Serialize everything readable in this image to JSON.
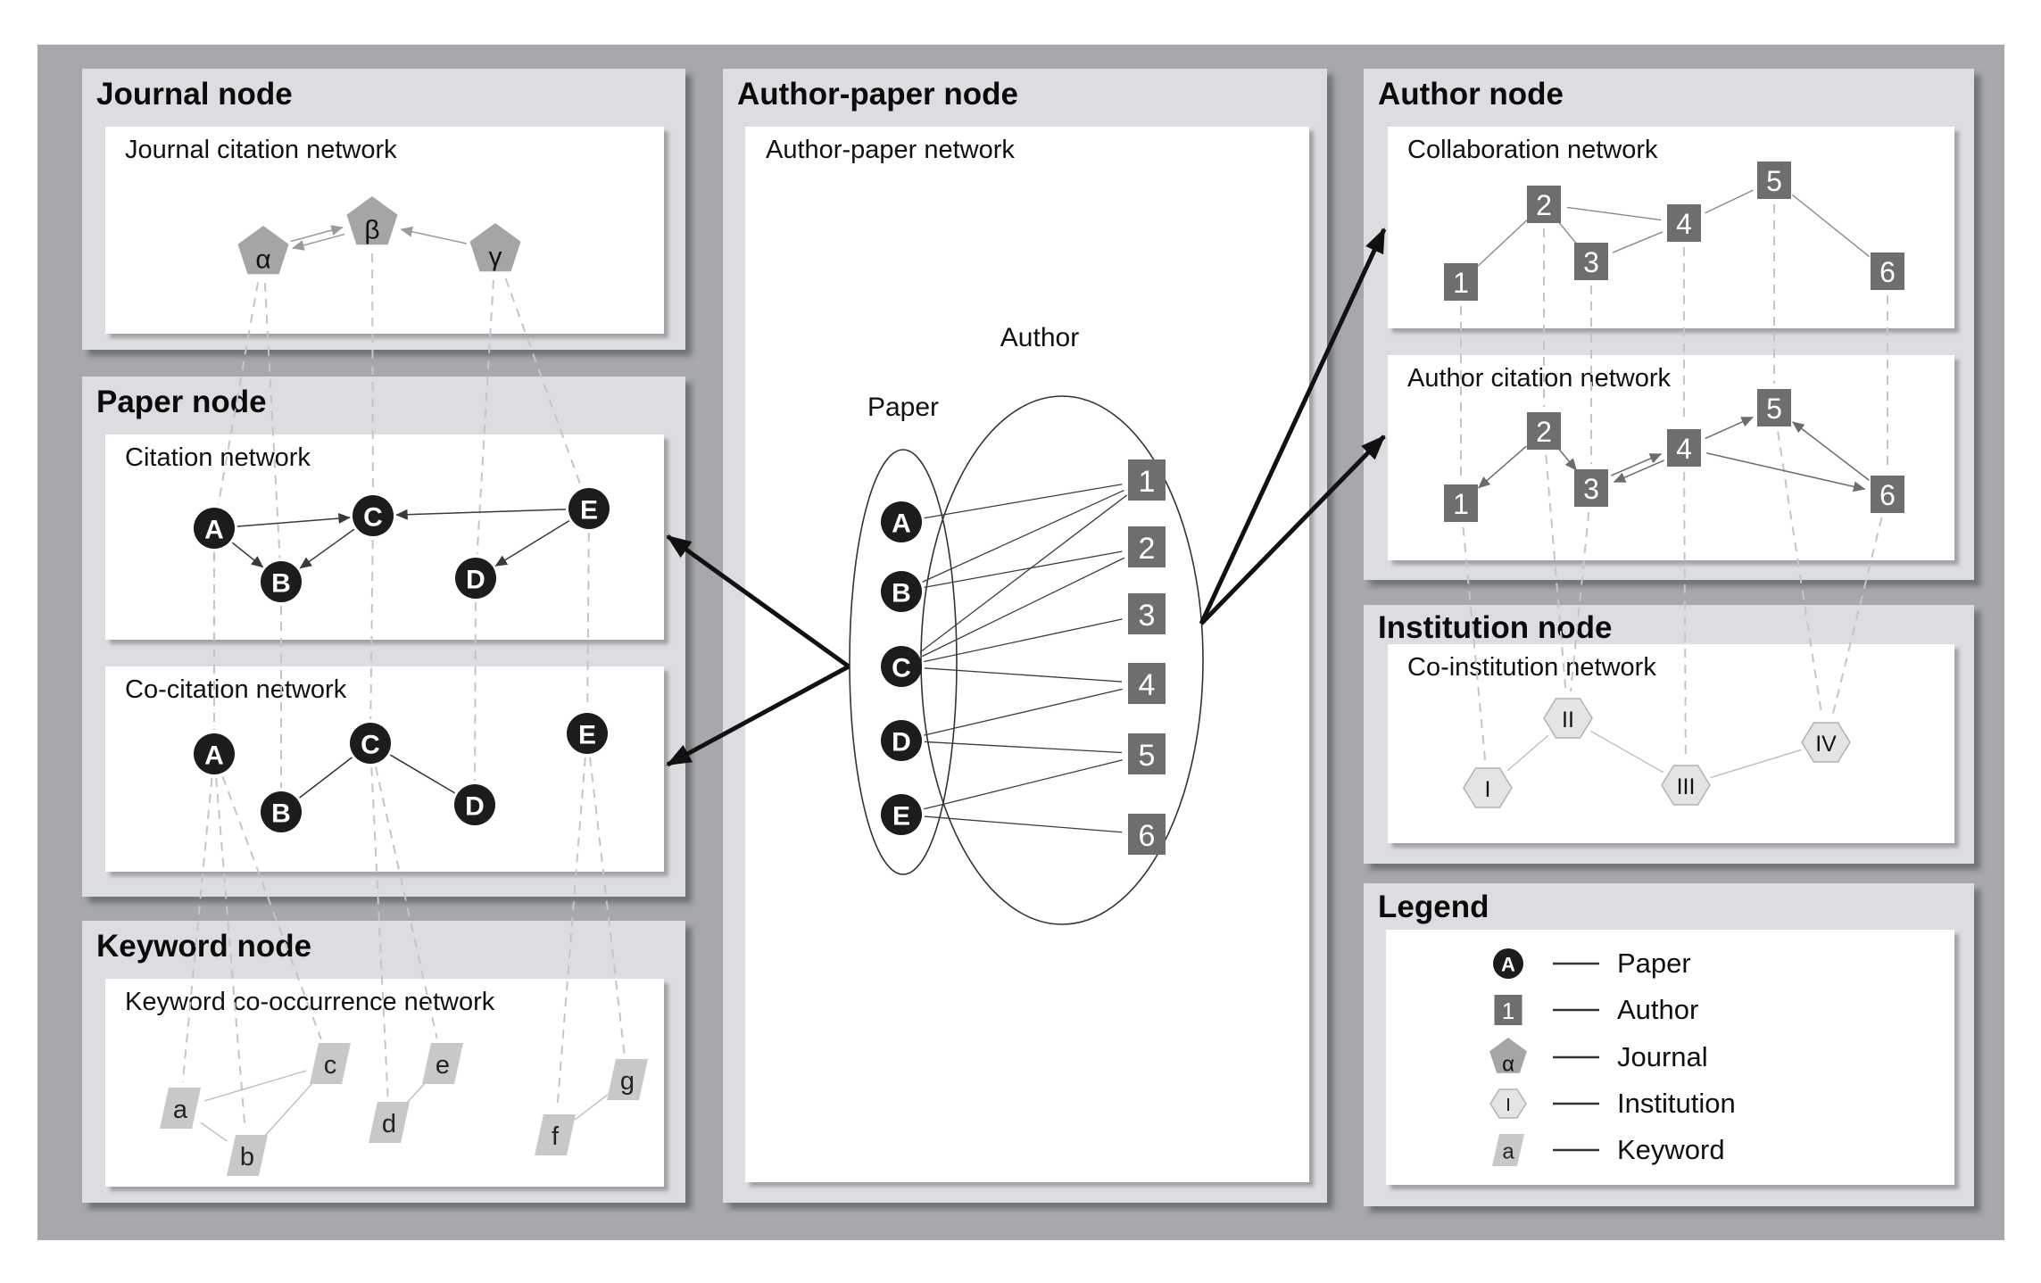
{
  "panels": {
    "journal": {
      "title": "Journal node",
      "network_title": "Journal citation network"
    },
    "paper": {
      "title": "Paper node",
      "citation_title": "Citation network",
      "cocitation_title": "Co-citation network"
    },
    "keyword": {
      "title": "Keyword node",
      "network_title": "Keyword co-occurrence network"
    },
    "author_paper": {
      "title": "Author-paper node",
      "network_title": "Author-paper network",
      "paper_set_label": "Paper",
      "author_set_label": "Author"
    },
    "author": {
      "title": "Author node",
      "collaboration_title": "Collaboration network",
      "citation_title": "Author citation network"
    },
    "institution": {
      "title": "Institution node",
      "network_title": "Co-institution network"
    },
    "legend": {
      "title": "Legend",
      "items": [
        {
          "symbol": "paper-circle",
          "symbol_label": "A",
          "label": "Paper"
        },
        {
          "symbol": "author-square",
          "symbol_label": "1",
          "label": "Author"
        },
        {
          "symbol": "journal-pentagon",
          "symbol_label": "α",
          "label": "Journal"
        },
        {
          "symbol": "institution-hexagon",
          "symbol_label": "I",
          "label": "Institution"
        },
        {
          "symbol": "keyword-parallelogram",
          "symbol_label": "a",
          "label": "Keyword"
        }
      ]
    }
  },
  "networks": {
    "journal_citation": {
      "node_type": "pentagon",
      "nodes": [
        "α",
        "β",
        "γ"
      ],
      "directed_edges": [
        [
          "α",
          "β"
        ],
        [
          "β",
          "α"
        ],
        [
          "γ",
          "β"
        ]
      ]
    },
    "citation": {
      "node_type": "circle",
      "nodes": [
        "A",
        "B",
        "C",
        "D",
        "E"
      ],
      "directed_edges": [
        [
          "A",
          "C"
        ],
        [
          "A",
          "B"
        ],
        [
          "C",
          "B"
        ],
        [
          "E",
          "C"
        ],
        [
          "E",
          "D"
        ]
      ]
    },
    "cocitation": {
      "node_type": "circle",
      "nodes": [
        "A",
        "B",
        "C",
        "D",
        "E"
      ],
      "edges": [
        [
          "B",
          "C"
        ],
        [
          "C",
          "D"
        ]
      ]
    },
    "keyword_cooccurrence": {
      "node_type": "parallelogram",
      "nodes": [
        "a",
        "b",
        "c",
        "d",
        "e",
        "f",
        "g"
      ],
      "edges": [
        [
          "a",
          "b"
        ],
        [
          "a",
          "c"
        ],
        [
          "b",
          "c"
        ],
        [
          "d",
          "e"
        ],
        [
          "f",
          "g"
        ]
      ]
    },
    "author_paper": {
      "paper_node_type": "circle",
      "author_node_type": "square",
      "papers": [
        "A",
        "B",
        "C",
        "D",
        "E"
      ],
      "authors": [
        "1",
        "2",
        "3",
        "4",
        "5",
        "6"
      ],
      "edges": [
        [
          "A",
          "1"
        ],
        [
          "B",
          "1"
        ],
        [
          "B",
          "2"
        ],
        [
          "C",
          "1"
        ],
        [
          "C",
          "2"
        ],
        [
          "C",
          "3"
        ],
        [
          "C",
          "4"
        ],
        [
          "D",
          "4"
        ],
        [
          "D",
          "5"
        ],
        [
          "E",
          "5"
        ],
        [
          "E",
          "6"
        ]
      ]
    },
    "collaboration": {
      "node_type": "square",
      "nodes": [
        "1",
        "2",
        "3",
        "4",
        "5",
        "6"
      ],
      "edges": [
        [
          "1",
          "2"
        ],
        [
          "2",
          "3"
        ],
        [
          "2",
          "4"
        ],
        [
          "3",
          "4"
        ],
        [
          "4",
          "5"
        ],
        [
          "5",
          "6"
        ]
      ]
    },
    "author_citation": {
      "node_type": "square",
      "nodes": [
        "1",
        "2",
        "3",
        "4",
        "5",
        "6"
      ],
      "directed_edges": [
        [
          "2",
          "1"
        ],
        [
          "2",
          "3"
        ],
        [
          "3",
          "4"
        ],
        [
          "4",
          "3"
        ],
        [
          "4",
          "5"
        ],
        [
          "4",
          "6"
        ],
        [
          "6",
          "5"
        ]
      ]
    },
    "co_institution": {
      "node_type": "hexagon",
      "nodes": [
        "I",
        "II",
        "III",
        "IV"
      ],
      "edges": [
        [
          "I",
          "II"
        ],
        [
          "II",
          "III"
        ],
        [
          "III",
          "IV"
        ]
      ]
    }
  },
  "correspondences": [
    [
      "journal",
      "α",
      "citation",
      "A"
    ],
    [
      "journal",
      "α",
      "citation",
      "B"
    ],
    [
      "journal",
      "β",
      "citation",
      "C"
    ],
    [
      "journal",
      "γ",
      "citation",
      "D"
    ],
    [
      "journal",
      "γ",
      "citation",
      "E"
    ],
    [
      "citation",
      "A",
      "cocitation",
      "A"
    ],
    [
      "citation",
      "B",
      "cocitation",
      "B"
    ],
    [
      "citation",
      "C",
      "cocitation",
      "C"
    ],
    [
      "citation",
      "D",
      "cocitation",
      "D"
    ],
    [
      "citation",
      "E",
      "cocitation",
      "E"
    ],
    [
      "cocitation",
      "A",
      "keyword",
      "a"
    ],
    [
      "cocitation",
      "A",
      "keyword",
      "b"
    ],
    [
      "cocitation",
      "A",
      "keyword",
      "c"
    ],
    [
      "cocitation",
      "C",
      "keyword",
      "d"
    ],
    [
      "cocitation",
      "C",
      "keyword",
      "e"
    ],
    [
      "cocitation",
      "E",
      "keyword",
      "f"
    ],
    [
      "cocitation",
      "E",
      "keyword",
      "g"
    ],
    [
      "collab",
      "1",
      "acit",
      "1"
    ],
    [
      "collab",
      "2",
      "acit",
      "2"
    ],
    [
      "collab",
      "3",
      "acit",
      "3"
    ],
    [
      "collab",
      "4",
      "acit",
      "4"
    ],
    [
      "collab",
      "5",
      "acit",
      "5"
    ],
    [
      "collab",
      "6",
      "acit",
      "6"
    ],
    [
      "acit",
      "1",
      "inst",
      "I"
    ],
    [
      "acit",
      "2",
      "inst",
      "II"
    ],
    [
      "acit",
      "3",
      "inst",
      "II"
    ],
    [
      "acit",
      "4",
      "inst",
      "III"
    ],
    [
      "acit",
      "5",
      "inst",
      "IV"
    ],
    [
      "acit",
      "6",
      "inst",
      "IV"
    ]
  ],
  "flow_arrows": [
    {
      "from": "author-paper-network",
      "to": "citation-network"
    },
    {
      "from": "author-paper-network",
      "to": "co-citation-network"
    },
    {
      "from": "author-paper-network",
      "to": "collaboration-network"
    },
    {
      "from": "author-paper-network",
      "to": "author-citation-network"
    }
  ],
  "colors": {
    "frame": "#a6a8ab",
    "panel": "#dcdde0",
    "box": "#ffffff",
    "paper_node": "#1c1c1c",
    "author_node": "#6e6e6e",
    "journal_node": "#a5a5a5",
    "institution_node": "#e4e4e4",
    "keyword_node": "#c8c8c8",
    "dashed_link": "#c4c5c7",
    "arrow": "#111111"
  }
}
